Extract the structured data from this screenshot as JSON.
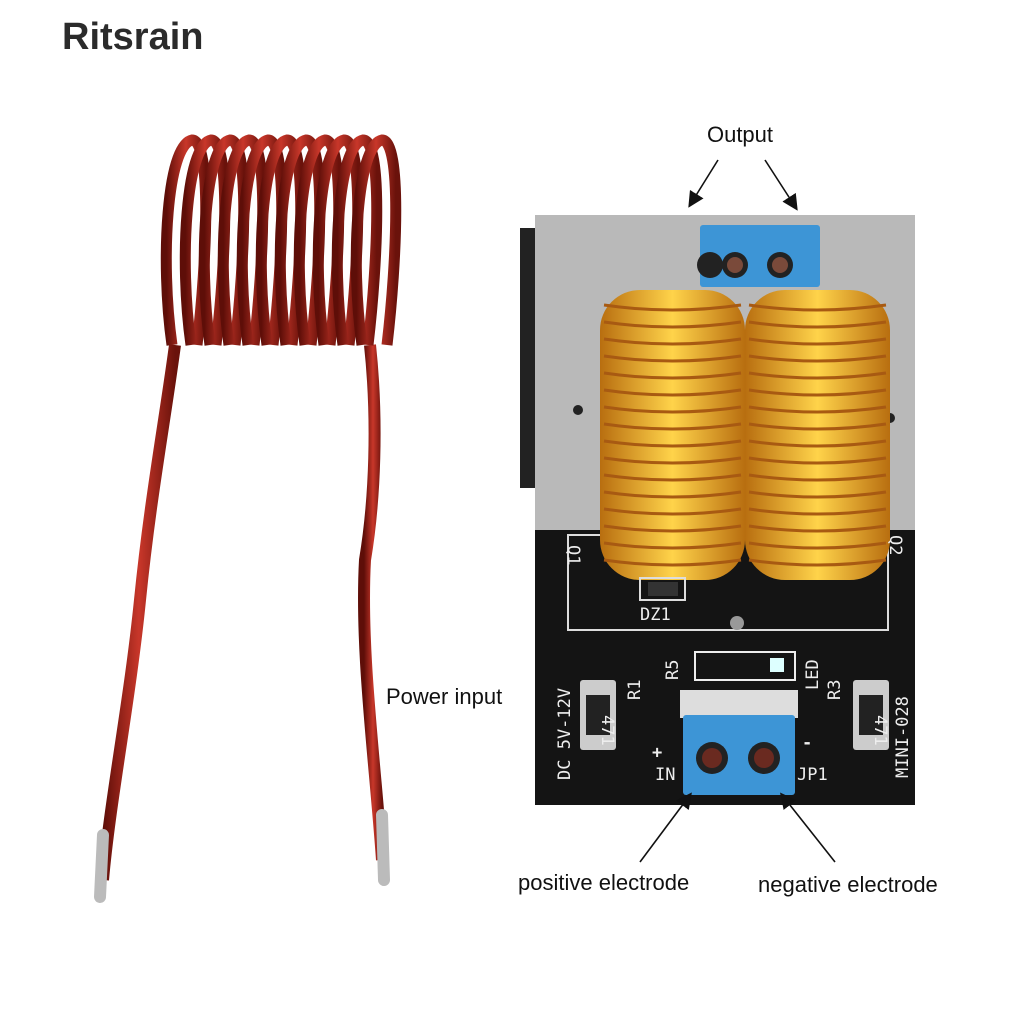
{
  "brand": "Ritsrain",
  "labels": {
    "output": "Output",
    "power_input": "Power input",
    "positive": "positive electrode",
    "negative": "negative electrode"
  },
  "silkscreen": {
    "q1": "Q1",
    "q2": "Q2",
    "dz1": "DZ1",
    "r5": "R5",
    "led": "LED",
    "r1": "R1",
    "r3": "R3",
    "dc": "DC 5V-12V",
    "model": "MINI-028",
    "in": "IN",
    "plus": "+",
    "minus": "-",
    "jp1": "JP1",
    "res_code": "471"
  },
  "colors": {
    "coil": "#9b1c12",
    "terminal": "#3d95d6",
    "toroid": "#e9a21c",
    "pcb": "#141414"
  }
}
